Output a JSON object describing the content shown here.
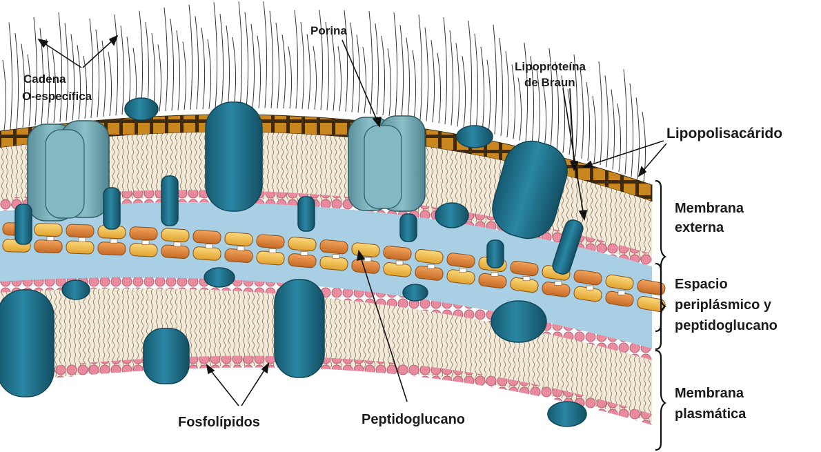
{
  "labels": {
    "cadena_line1": "Cadena",
    "cadena_line2": "O-específica",
    "porina": "Porina",
    "braun_line1": "Lipoproteína",
    "braun_line2": "de Braun",
    "lipopolisacarido": "Lipopolisacárido",
    "membrana_externa_line1": "Membrana",
    "membrana_externa_line2": "externa",
    "espacio_line1": "Espacio",
    "espacio_line2": "periplásmico y",
    "espacio_line3": "peptidoglucano",
    "membrana_plasmatica_line1": "Membrana",
    "membrana_plasmatica_line2": "plasmática",
    "fosfolipidos": "Fosfolípidos",
    "peptidoglucano": "Peptidoglucano"
  },
  "colors": {
    "lps_block": "#c8861e",
    "lps_band": "#3b2a14",
    "head_pink": "#e98a9e",
    "tail_bg": "#f3e9d8",
    "periplasm": "#a9cfe4",
    "protein_dark": "#1e7390",
    "porin_light": "#74aab4",
    "pg_orange": "#e3893e",
    "pg_yellow": "#f3bf4e"
  }
}
